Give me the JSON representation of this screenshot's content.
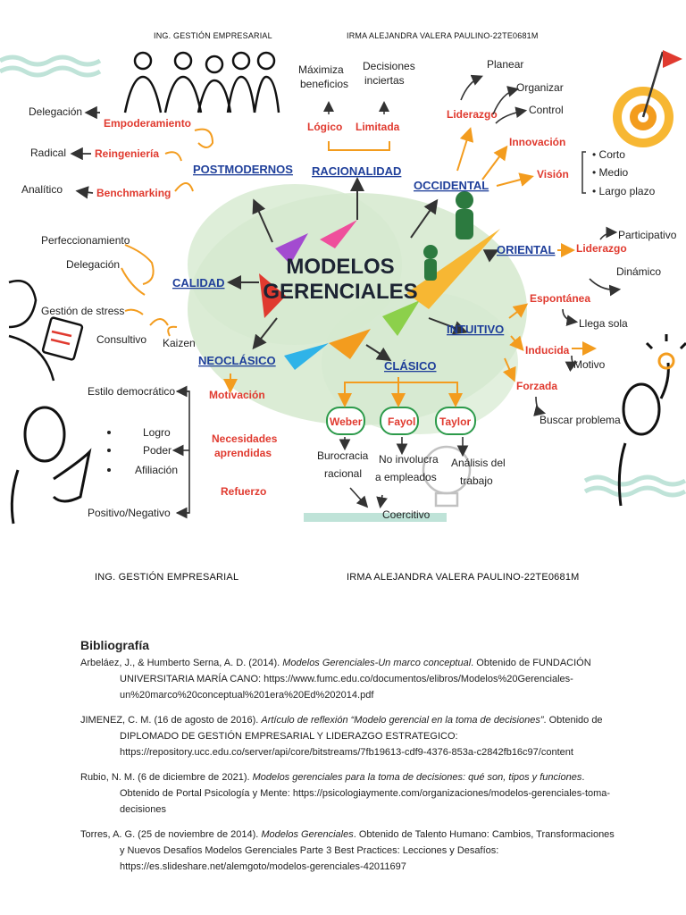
{
  "header": {
    "left": "ING. GESTIÓN EMPRESARIAL",
    "right": "IRMA ALEJANDRA VALERA PAULINO-22TE0681M"
  },
  "footer_header": {
    "left": "ING. GESTIÓN EMPRESARIAL",
    "right": "IRMA ALEJANDRA VALERA PAULINO-22TE0681M"
  },
  "colors": {
    "heading_blue": "#1f3f9a",
    "red": "#e03a2f",
    "orange": "#f39c1e",
    "green_blob": "#cfe5c7",
    "teal_stripes": "#bfe3d8"
  },
  "map": {
    "title_line1": "MODELOS",
    "title_line2": "GERENCIALES",
    "postmodernos": {
      "label": "POSTMODERNOS",
      "items": [
        "Empoderamiento",
        "Reingeniería",
        "Benchmarking"
      ],
      "results": [
        "Delegación",
        "Radical",
        "Analítico"
      ]
    },
    "racionalidad": {
      "label": "RACIONALIDAD",
      "items": [
        "Lógico",
        "Limitada"
      ],
      "notes": [
        "Máximiza beneficios",
        "Decisiones inciertas"
      ]
    },
    "occidental": {
      "label": "OCCIDENTAL",
      "liderazgo": "Liderazgo",
      "liderazgo_items": [
        "Planear",
        "Organizar",
        "Control"
      ],
      "innovacion": "Innovación",
      "vision": "Visión",
      "vision_items": [
        "Corto",
        "Medio",
        "Largo plazo"
      ]
    },
    "oriental": {
      "label": "ORIENTAL",
      "liderazgo": "Liderazgo",
      "items": [
        "Participativo",
        "Dinámico"
      ]
    },
    "intuitivo": {
      "label": "INTUITIVO",
      "items": [
        "Espontánea",
        "Inducida",
        "Forzada"
      ],
      "results": [
        "Llega sola",
        "Motivo",
        "Buscar problema"
      ]
    },
    "clasico": {
      "label": "CLÁSICO",
      "authors": [
        "Weber",
        "Fayol",
        "Taylor"
      ],
      "descriptions": [
        "Burocracia racional",
        "No involucra a empleados",
        "Análisis del trabajo"
      ],
      "result": "Coercitivo"
    },
    "neoclasico": {
      "label": "NEOCLÁSICO",
      "items": [
        "Motivación",
        "Necesidades aprendidas",
        "Refuerzo"
      ],
      "details": [
        "Estilo democrático",
        "Logro",
        "Poder",
        "Afiliación",
        "Positivo/Negativo"
      ]
    },
    "calidad": {
      "label": "CALIDAD",
      "items": [
        "Perfeccionamiento",
        "Delegación",
        "Gestión de stress",
        "Consultivo",
        "Kaizen"
      ]
    }
  },
  "bibliography": {
    "title": "Bibliografía",
    "entries": [
      {
        "authors": "Arbeláez, J., & Humberto Serna, A. D. (2014).",
        "title": "Modelos Gerenciales-Un marco conceptual",
        "rest": ". Obtenido de FUNDACIÓN UNIVERSITARIA MARÍA CANO: https://www.fumc.edu.co/documentos/elibros/Modelos%20Gerenciales-un%20marco%20conceptual%201era%20Ed%202014.pdf"
      },
      {
        "authors": "JIMENEZ, C. M. (16 de agosto de 2016).",
        "title": "Artículo de reflexión “Modelo gerencial en la toma de decisiones”",
        "rest": ". Obtenido de DIPLOMADO DE GESTIÓN EMPRESARIAL Y LIDERAZGO ESTRATEGICO: https://repository.ucc.edu.co/server/api/core/bitstreams/7fb19613-cdf9-4376-853a-c2842fb16c97/content"
      },
      {
        "authors": "Rubio, N. M. (6 de diciembre de 2021).",
        "title": "Modelos gerenciales para la toma de decisiones: qué son, tipos y funciones",
        "rest": ". Obtenido de Portal Psicología y Mente: https://psicologiaymente.com/organizaciones/modelos-gerenciales-toma-decisiones"
      },
      {
        "authors": "Torres, A. G. (25 de noviembre de 2014).",
        "title": "Modelos Gerenciales",
        "rest": ". Obtenido de Talento Humano: Cambios, Transformaciones y Nuevos Desafíos Modelos Gerenciales Parte 3 Best Practices: Lecciones y Desafíos: https://es.slideshare.net/alemgoto/modelos-gerenciales-42011697"
      }
    ]
  }
}
